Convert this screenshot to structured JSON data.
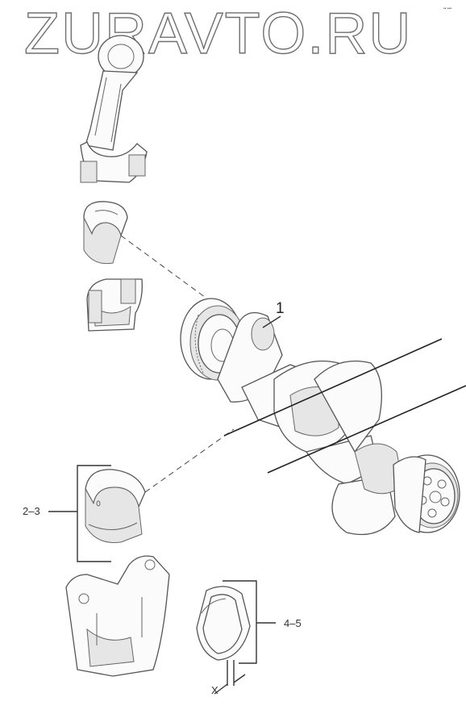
{
  "watermark": {
    "text": "ZURAVTO.RU"
  },
  "corner_mark": {
    "text": "•• •••"
  },
  "callouts": {
    "crankshaft": "1",
    "main_bearings": "2–3",
    "thrust_washers": "4–5"
  },
  "dimension": {
    "text": "X"
  }
}
